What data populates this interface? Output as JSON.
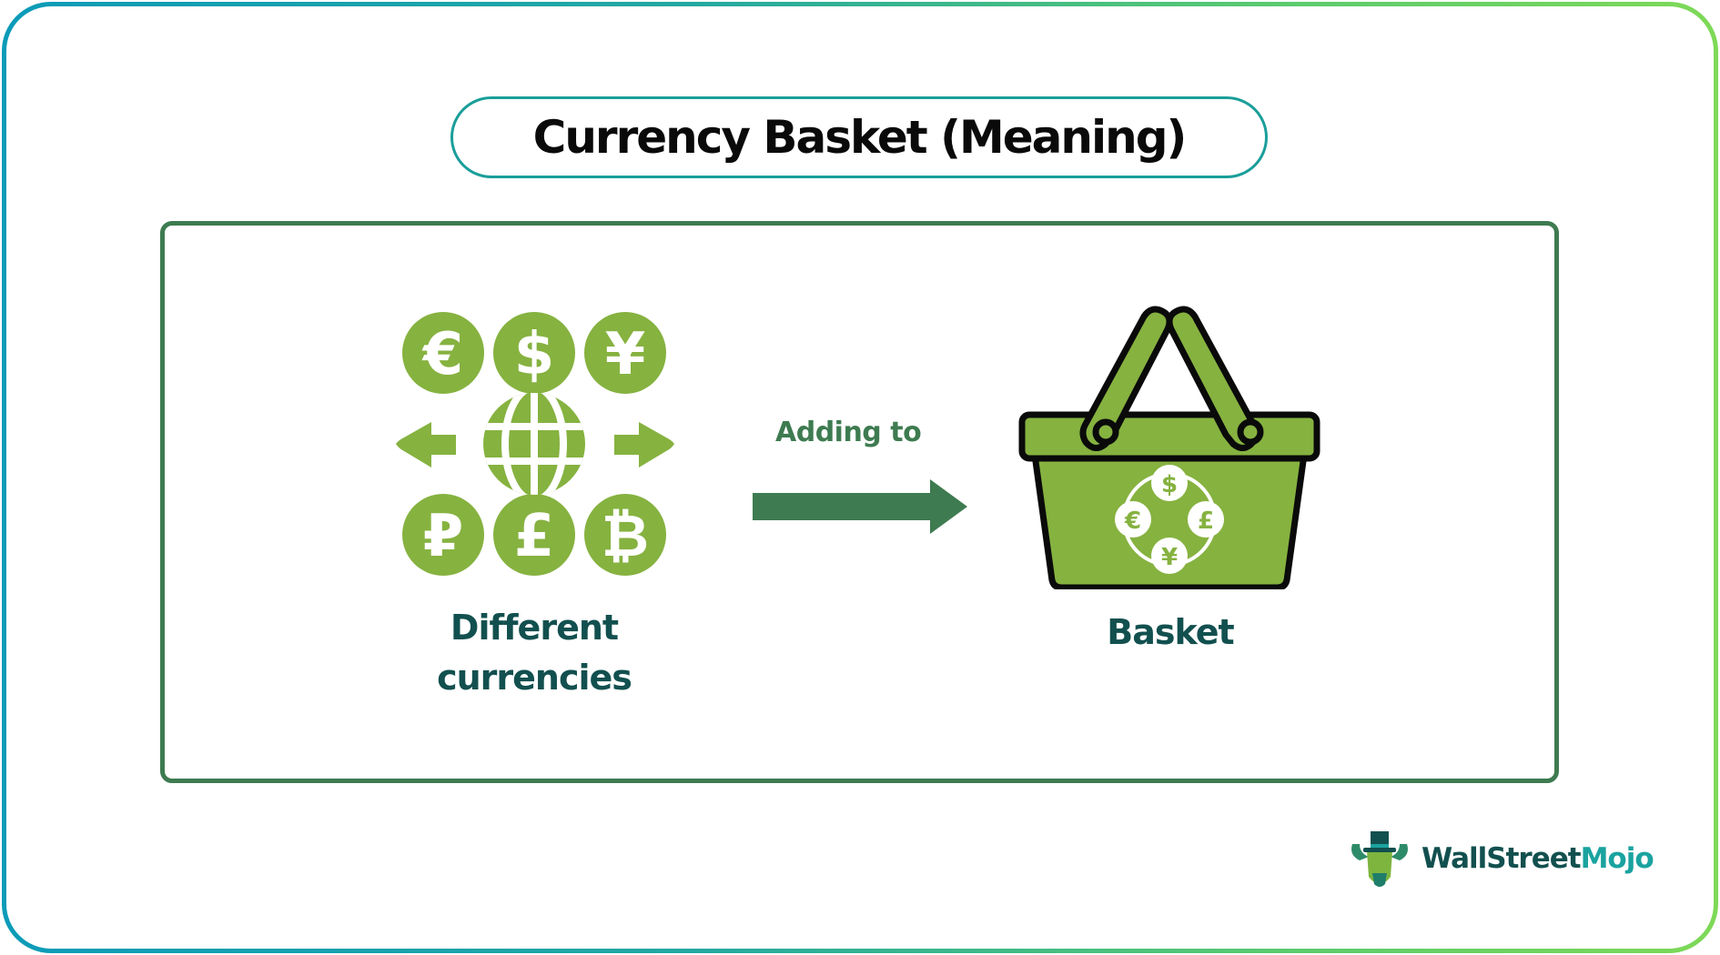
{
  "title": "Currency Basket (Meaning)",
  "left_panel": {
    "label_line1": "Different",
    "label_line2": "currencies",
    "currency_symbols": [
      "€",
      "$",
      "¥",
      "₽",
      "£",
      "₿"
    ],
    "center_icon": "globe-icon"
  },
  "connector": {
    "label": "Adding to",
    "icon": "arrow-right-icon"
  },
  "right_panel": {
    "label": "Basket",
    "basket_symbols": [
      "$",
      "€",
      "£",
      "¥"
    ]
  },
  "logo": {
    "part1": "WallStreet",
    "part2": "Mojo"
  },
  "colors": {
    "icon_green": "#86B240",
    "frame_green": "#3E7B50",
    "label_teal_dark": "#12504F",
    "pill_teal": "#1A9E9A",
    "logo_dark": "#12504F",
    "logo_teal": "#1AA3A0",
    "outer_gradient_start": "#0B9BB8",
    "outer_gradient_end": "#7ED957"
  }
}
